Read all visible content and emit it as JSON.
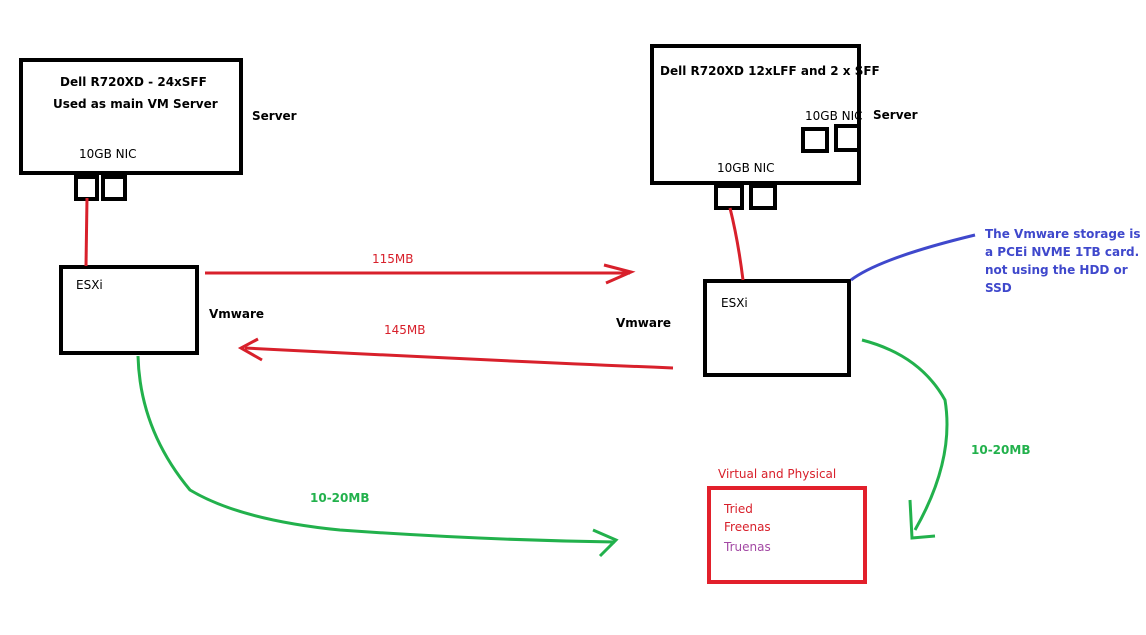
{
  "left_server": {
    "title": "Dell R720XD - 24xSFF",
    "subtitle": "Used as main VM Server",
    "nic_label": "10GB NIC",
    "side_label": "Server"
  },
  "right_server": {
    "title": "Dell R720XD 12xLFF and 2 x SFF",
    "nic_label_bottom": "10GB NIC",
    "nic_label_side": "10GB NIC",
    "side_label": "Server"
  },
  "left_esxi": {
    "label": "ESXi",
    "side_label": "Vmware"
  },
  "right_esxi": {
    "label": "ESXi",
    "side_label": "Vmware"
  },
  "links": {
    "top_speed": "115MB",
    "bottom_speed": "145MB",
    "left_green_speed": "10-20MB",
    "right_green_speed": "10-20MB"
  },
  "storage_note": {
    "line1": "The Vmware storage is",
    "line2": "a PCEi NVME 1TB card.",
    "line3": "not using the HDD or",
    "line4": "SSD"
  },
  "nas": {
    "heading": "Virtual and Physical",
    "line1": "Tried",
    "line2": "Freenas",
    "line3": "Truenas"
  },
  "colors": {
    "red": "#d8202b",
    "green": "#22b14c",
    "blue": "#3f48cc",
    "purple": "#a349a4",
    "box_red": "#e2202b"
  }
}
